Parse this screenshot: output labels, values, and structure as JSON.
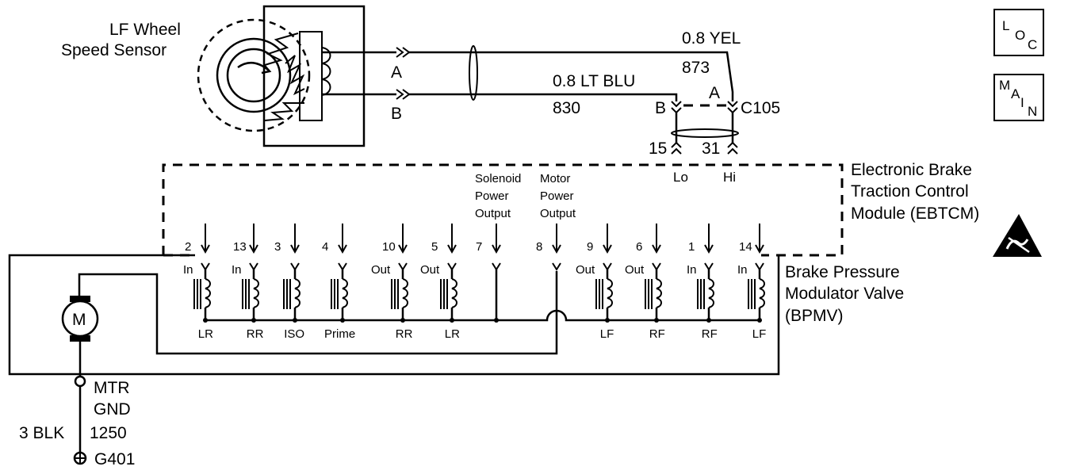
{
  "sensor": {
    "title_line1": "LF Wheel",
    "title_line2": "Speed Sensor",
    "terminal_a": "A",
    "terminal_b": "B"
  },
  "wires": {
    "yel": {
      "gauge_color": "0.8 YEL",
      "circuit": "873"
    },
    "ltblu": {
      "gauge_color": "0.8 LT BLU",
      "circuit": "830"
    }
  },
  "connector": {
    "name": "C105",
    "pin_a": "A",
    "pin_b": "B"
  },
  "ebtcm": {
    "name_line1": "Electronic Brake",
    "name_line2": "Traction Control",
    "name_line3": "Module (EBTCM)",
    "pin_lo": "15",
    "pin_hi": "31",
    "label_lo": "Lo",
    "label_hi": "Hi"
  },
  "outputs": {
    "solenoid_line1": "Solenoid",
    "solenoid_line2": "Power",
    "solenoid_line3": "Output",
    "motor_line1": "Motor",
    "motor_line2": "Power",
    "motor_line3": "Output"
  },
  "bpmv": {
    "name_line1": "Brake Pressure",
    "name_line2": "Modulator Valve",
    "name_line3": "(BPMV)",
    "motor_symbol": "M"
  },
  "pins": [
    {
      "pin": "2",
      "dir": "In",
      "wheel": "LR"
    },
    {
      "pin": "13",
      "dir": "In",
      "wheel": "RR"
    },
    {
      "pin": "3",
      "dir": "",
      "wheel": "ISO"
    },
    {
      "pin": "4",
      "dir": "",
      "wheel": "Prime"
    },
    {
      "pin": "10",
      "dir": "Out",
      "wheel": "RR"
    },
    {
      "pin": "5",
      "dir": "Out",
      "wheel": "LR"
    },
    {
      "pin": "7",
      "dir": "",
      "wheel": ""
    },
    {
      "pin": "8",
      "dir": "",
      "wheel": ""
    },
    {
      "pin": "9",
      "dir": "Out",
      "wheel": "LF"
    },
    {
      "pin": "6",
      "dir": "Out",
      "wheel": "RF"
    },
    {
      "pin": "1",
      "dir": "In",
      "wheel": "RF"
    },
    {
      "pin": "14",
      "dir": "In",
      "wheel": "LF"
    }
  ],
  "ground": {
    "label_line1": "MTR",
    "label_line2": "GND",
    "wire": "3 BLK",
    "circuit": "1250",
    "name": "G401"
  },
  "icons": {
    "loc": {
      "l": "L",
      "o": "O",
      "c": "C"
    },
    "main": {
      "m": "M",
      "a": "A",
      "i": "I",
      "n": "N"
    },
    "esd": "esd-warning-icon"
  }
}
